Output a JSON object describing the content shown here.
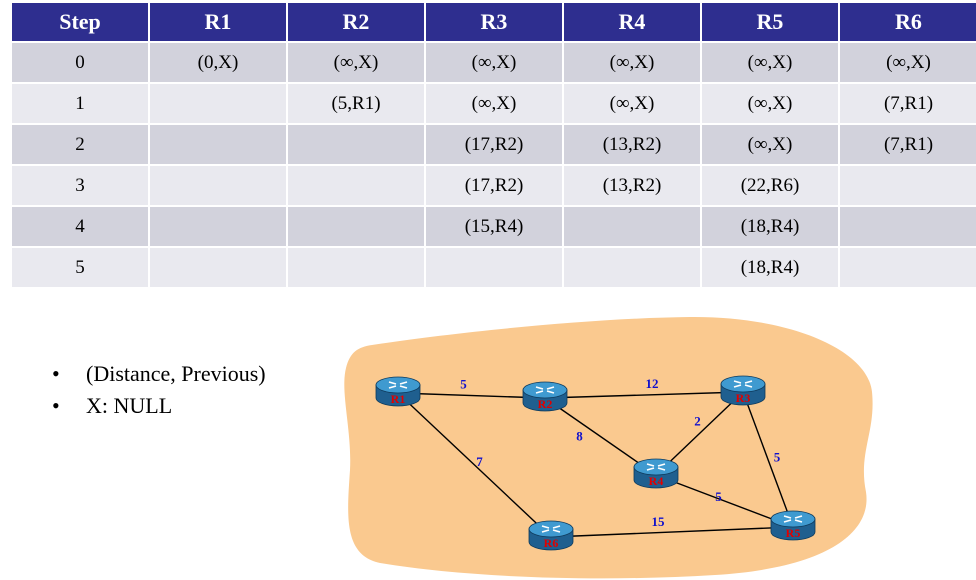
{
  "table": {
    "headers": [
      "Step",
      "R1",
      "R2",
      "R3",
      "R4",
      "R5",
      "R6"
    ],
    "rows": [
      {
        "step": "0",
        "cells": [
          {
            "v": "(0,X)",
            "hl": true
          },
          {
            "v": "(∞,X)",
            "hl": false
          },
          {
            "v": "(∞,X)",
            "hl": false
          },
          {
            "v": "(∞,X)",
            "hl": false
          },
          {
            "v": "(∞,X)",
            "hl": false
          },
          {
            "v": "(∞,X)",
            "hl": false
          }
        ]
      },
      {
        "step": "1",
        "cells": [
          {
            "v": "",
            "hl": false
          },
          {
            "v": "(5,R1)",
            "hl": true
          },
          {
            "v": "(∞,X)",
            "hl": false
          },
          {
            "v": "(∞,X)",
            "hl": false
          },
          {
            "v": "(∞,X)",
            "hl": false
          },
          {
            "v": "(7,R1)",
            "hl": false
          }
        ]
      },
      {
        "step": "2",
        "cells": [
          {
            "v": "",
            "hl": false
          },
          {
            "v": "",
            "hl": false
          },
          {
            "v": "(17,R2)",
            "hl": false
          },
          {
            "v": "(13,R2)",
            "hl": false
          },
          {
            "v": "(∞,X)",
            "hl": false
          },
          {
            "v": "(7,R1)",
            "hl": true
          }
        ]
      },
      {
        "step": "3",
        "cells": [
          {
            "v": "",
            "hl": false
          },
          {
            "v": "",
            "hl": false
          },
          {
            "v": "(17,R2)",
            "hl": false
          },
          {
            "v": "(13,R2)",
            "hl": true
          },
          {
            "v": "(22,R6)",
            "hl": false
          },
          {
            "v": "",
            "hl": false
          }
        ]
      },
      {
        "step": "4",
        "cells": [
          {
            "v": "",
            "hl": false
          },
          {
            "v": "",
            "hl": false
          },
          {
            "v": "(15,R4)",
            "hl": true
          },
          {
            "v": "",
            "hl": false
          },
          {
            "v": "(18,R4)",
            "hl": false
          },
          {
            "v": "",
            "hl": false
          }
        ]
      },
      {
        "step": "5",
        "cells": [
          {
            "v": "",
            "hl": false
          },
          {
            "v": "",
            "hl": false
          },
          {
            "v": "",
            "hl": false
          },
          {
            "v": "",
            "hl": false
          },
          {
            "v": "(18,R4)",
            "hl": true
          },
          {
            "v": "",
            "hl": false
          }
        ]
      }
    ]
  },
  "legend": {
    "bullet": "•",
    "items": [
      "(Distance, Previous)",
      "X: NULL"
    ]
  },
  "network": {
    "routers": [
      "R1",
      "R2",
      "R3",
      "R4",
      "R5",
      "R6"
    ],
    "links": [
      {
        "from": "R1",
        "to": "R2",
        "weight": "5"
      },
      {
        "from": "R2",
        "to": "R3",
        "weight": "12"
      },
      {
        "from": "R2",
        "to": "R4",
        "weight": "8"
      },
      {
        "from": "R4",
        "to": "R3",
        "weight": "2"
      },
      {
        "from": "R3",
        "to": "R5",
        "weight": "5"
      },
      {
        "from": "R4",
        "to": "R5",
        "weight": "5"
      },
      {
        "from": "R1",
        "to": "R6",
        "weight": "7"
      },
      {
        "from": "R6",
        "to": "R5",
        "weight": "15"
      }
    ]
  },
  "colors": {
    "header_bg": "#2E2E8F",
    "highlight": "#E00000",
    "cloud": "#FAC98F",
    "weight": "#1010CC",
    "router": "#2B7FB2"
  },
  "icons": [
    "router-icon"
  ]
}
